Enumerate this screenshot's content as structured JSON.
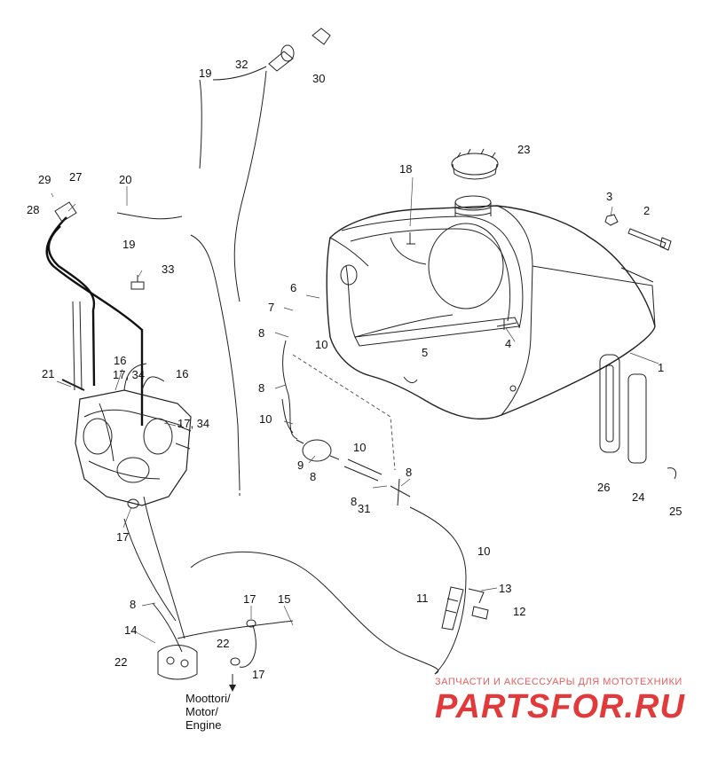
{
  "callouts": [
    {
      "id": "c30",
      "text": "30"
    },
    {
      "id": "c32",
      "text": "32"
    },
    {
      "id": "c19a",
      "text": "19"
    },
    {
      "id": "c23",
      "text": "23"
    },
    {
      "id": "c18",
      "text": "18"
    },
    {
      "id": "c29",
      "text": "29"
    },
    {
      "id": "c27",
      "text": "27"
    },
    {
      "id": "c28",
      "text": "28"
    },
    {
      "id": "c20",
      "text": "20"
    },
    {
      "id": "c19b",
      "text": "19"
    },
    {
      "id": "c3",
      "text": "3"
    },
    {
      "id": "c2",
      "text": "2"
    },
    {
      "id": "c33",
      "text": "33"
    },
    {
      "id": "c6",
      "text": "6"
    },
    {
      "id": "c7",
      "text": "7"
    },
    {
      "id": "c8a",
      "text": "8"
    },
    {
      "id": "c10a",
      "text": "10"
    },
    {
      "id": "c5",
      "text": "5"
    },
    {
      "id": "c4",
      "text": "4"
    },
    {
      "id": "c1",
      "text": "1"
    },
    {
      "id": "c21",
      "text": "21"
    },
    {
      "id": "c16a",
      "text": "16"
    },
    {
      "id": "c1734a",
      "text": "17, 34"
    },
    {
      "id": "c16b",
      "text": "16"
    },
    {
      "id": "c8b",
      "text": "8"
    },
    {
      "id": "c10b",
      "text": "10"
    },
    {
      "id": "c1734b",
      "text": "17, 34"
    },
    {
      "id": "c10c",
      "text": "10"
    },
    {
      "id": "c9",
      "text": "9"
    },
    {
      "id": "c8c",
      "text": "8"
    },
    {
      "id": "c8d",
      "text": "8"
    },
    {
      "id": "c8e",
      "text": "8"
    },
    {
      "id": "c31",
      "text": "31"
    },
    {
      "id": "c26",
      "text": "26"
    },
    {
      "id": "c24",
      "text": "24"
    },
    {
      "id": "c25",
      "text": "25"
    },
    {
      "id": "c17a",
      "text": "17"
    },
    {
      "id": "c10d",
      "text": "10"
    },
    {
      "id": "c13",
      "text": "13"
    },
    {
      "id": "c8f",
      "text": "8"
    },
    {
      "id": "c17b",
      "text": "17"
    },
    {
      "id": "c15",
      "text": "15"
    },
    {
      "id": "c11",
      "text": "11"
    },
    {
      "id": "c12",
      "text": "12"
    },
    {
      "id": "c14",
      "text": "14"
    },
    {
      "id": "c22a",
      "text": "22"
    },
    {
      "id": "c22b",
      "text": "22"
    },
    {
      "id": "c17c",
      "text": "17"
    }
  ],
  "engine_label": {
    "line1": "Moottori/",
    "line2": "Motor/",
    "line3": "Engine"
  },
  "watermark": {
    "tagline": "ЗАПЧАСТИ И АКСЕССУАРЫ ДЛЯ МОТОТЕХНИКИ",
    "logo": "PARTSFOR.RU",
    "color": "#e23a3a"
  }
}
